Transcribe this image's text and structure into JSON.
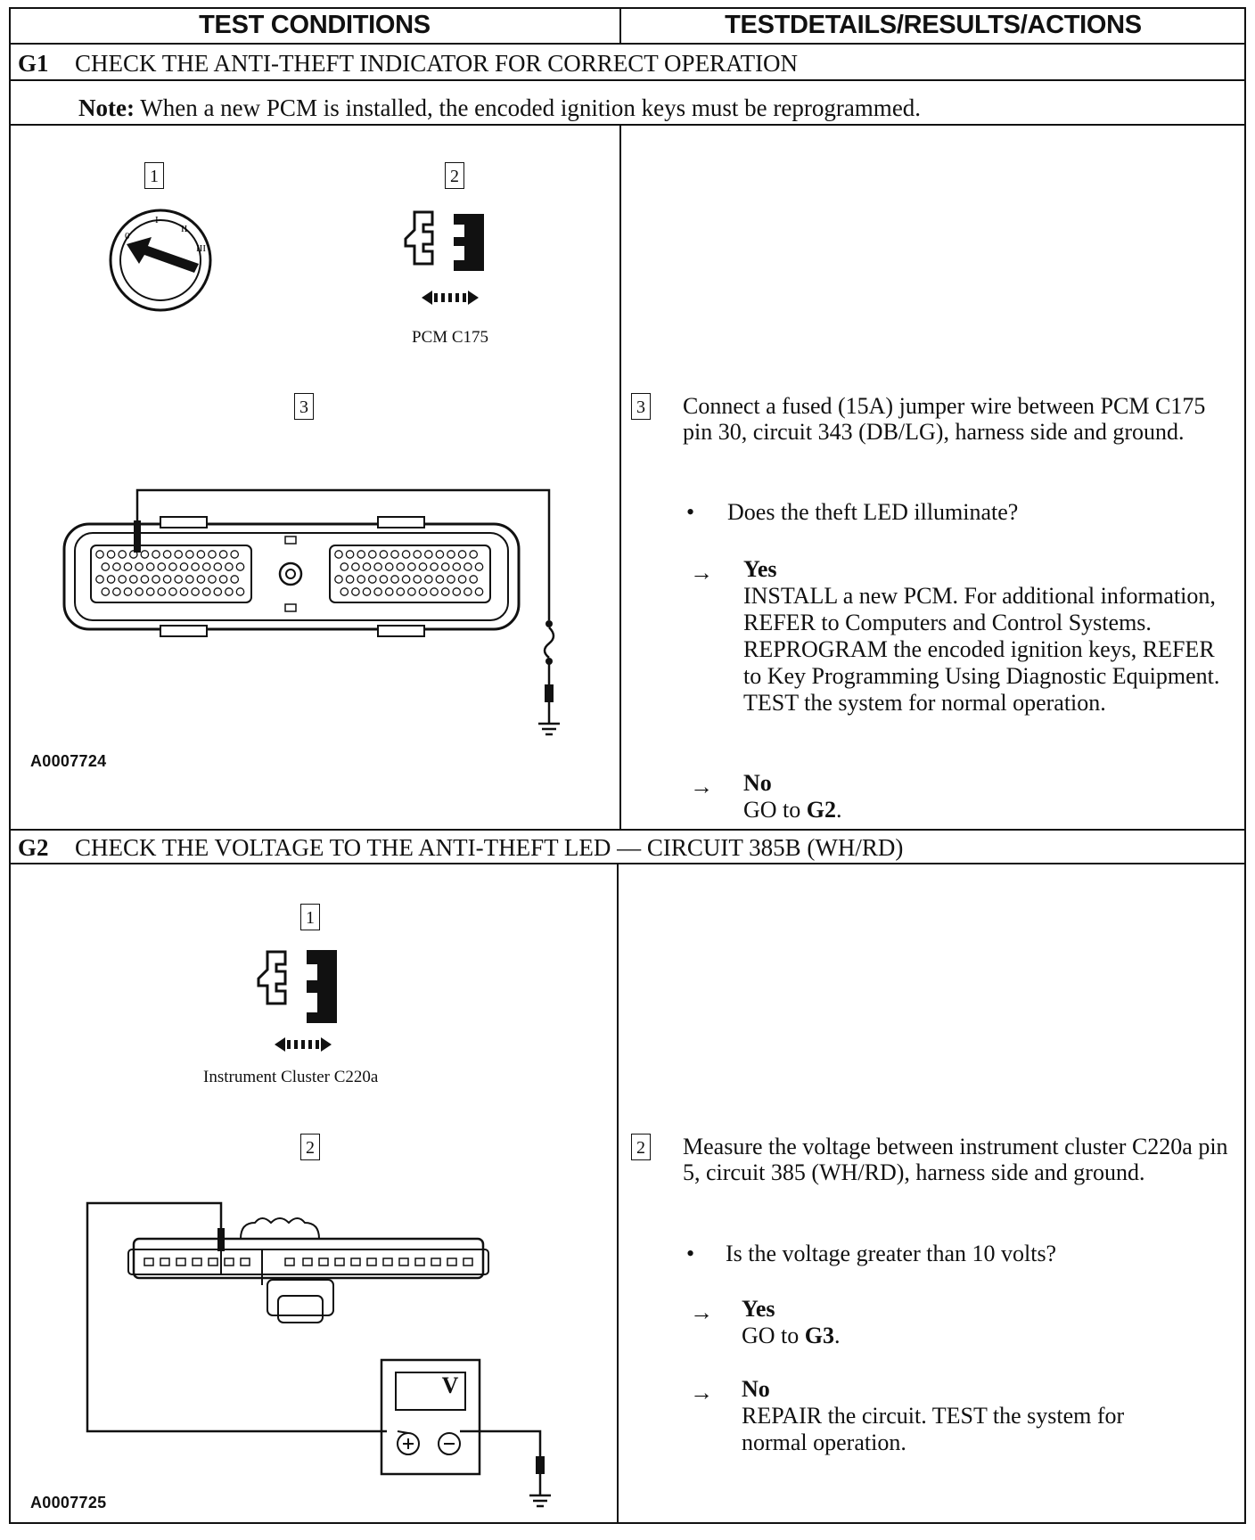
{
  "headers": {
    "left": "TEST CONDITIONS",
    "right": "TESTDETAILS/RESULTS/ACTIONS"
  },
  "g1": {
    "id": "G1",
    "title": "CHECK THE ANTI-THEFT INDICATOR FOR CORRECT OPERATION",
    "note_label": "Note:",
    "note_text": "When a new PCM is installed, the encoded ignition keys must be reprogrammed.",
    "fig_steps": [
      "1",
      "2",
      "3"
    ],
    "connector_caption": "PCM C175",
    "figure_id": "A0007724",
    "step": {
      "number": "3",
      "text": "Connect a fused (15A) jumper wire between PCM C175 pin 30, circuit 343 (DB/LG), harness side and ground.",
      "question": "Does the theft LED illuminate?",
      "yes_label": "Yes",
      "yes_text": "INSTALL a new PCM. For additional information, REFER to Computers and Control Systems. REPROGRAM the encoded ignition keys, REFER to Key Programming Using Diagnostic Equipment. TEST the system for normal operation.",
      "no_label": "No",
      "no_text_prefix": "GO to ",
      "no_text_target": "G2",
      "no_text_suffix": "."
    }
  },
  "g2": {
    "id": "G2",
    "title": "CHECK THE VOLTAGE TO THE ANTI-THEFT LED — CIRCUIT 385B (WH/RD)",
    "fig_steps": [
      "1",
      "2"
    ],
    "connector_caption": "Instrument Cluster C220a",
    "meter_label": "V",
    "figure_id": "A0007725",
    "step": {
      "number": "2",
      "text": "Measure the voltage between instrument cluster C220a pin 5, circuit 385 (WH/RD), harness side and ground.",
      "question": "Is the voltage greater than 10 volts?",
      "yes_label": "Yes",
      "yes_text_prefix": "GO to ",
      "yes_text_target": "G3",
      "yes_text_suffix": ".",
      "no_label": "No",
      "no_text": "REPAIR the circuit. TEST the system for normal operation."
    }
  }
}
